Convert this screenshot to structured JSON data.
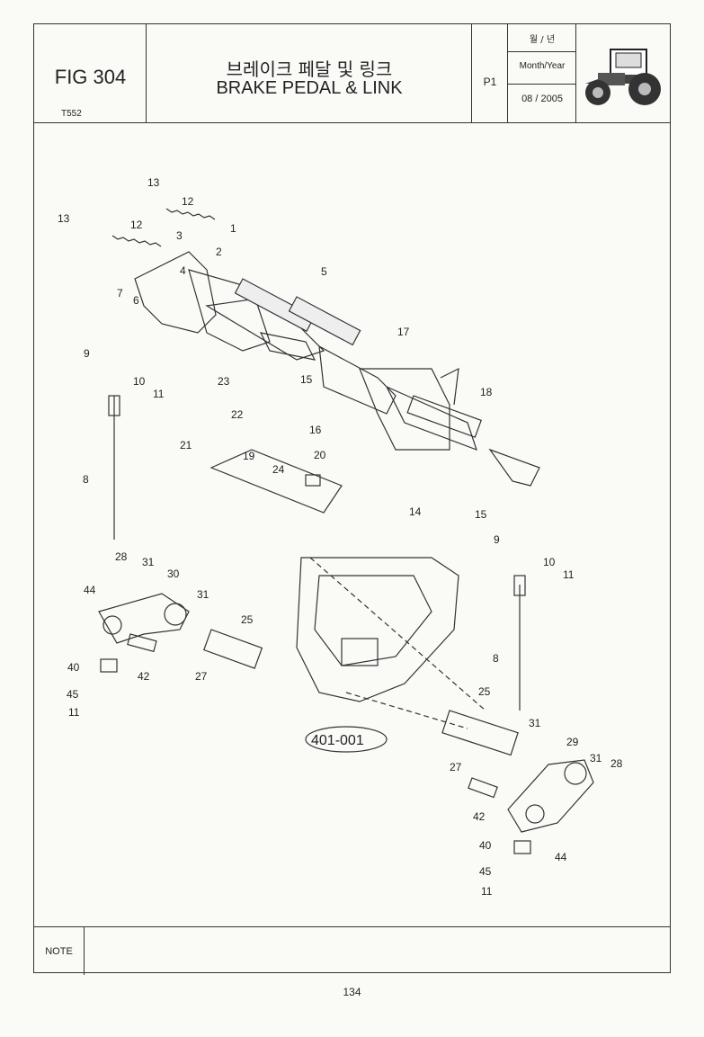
{
  "header": {
    "fig_label": "FIG 304",
    "model": "T552",
    "title_ko": "브레이크 페달 및 링크",
    "title_en": "BRAKE PEDAL & LINK",
    "page_code": "P1",
    "date_label_ko": "월 / 년",
    "date_label_en": "Month/Year",
    "date": "08 / 2005"
  },
  "callouts": {
    "c1": "1",
    "c2": "2",
    "c3": "3",
    "c4": "4",
    "c5": "5",
    "c6": "6",
    "c7": "7",
    "c8a": "8",
    "c8b": "8",
    "c9a": "9",
    "c9b": "9",
    "c10a": "10",
    "c10b": "10",
    "c11a": "11",
    "c11b": "11",
    "c11c": "11",
    "c11d": "11",
    "c12a": "12",
    "c12b": "12",
    "c13a": "13",
    "c13b": "13",
    "c14": "14",
    "c15a": "15",
    "c15b": "15",
    "c16": "16",
    "c17": "17",
    "c18": "18",
    "c19": "19",
    "c20": "20",
    "c21": "21",
    "c22": "22",
    "c23": "23",
    "c24": "24",
    "c25a": "25",
    "c25b": "25",
    "c27a": "27",
    "c27b": "27",
    "c28a": "28",
    "c28b": "28",
    "c29": "29",
    "c30": "30",
    "c31a": "31",
    "c31b": "31",
    "c31c": "31",
    "c31d": "31",
    "c40a": "40",
    "c40b": "40",
    "c42a": "42",
    "c42b": "42",
    "c44a": "44",
    "c44b": "44",
    "c45a": "45",
    "c45b": "45"
  },
  "reference_part": "401-001",
  "note_label": "NOTE",
  "note_text": "",
  "page_number": "134"
}
